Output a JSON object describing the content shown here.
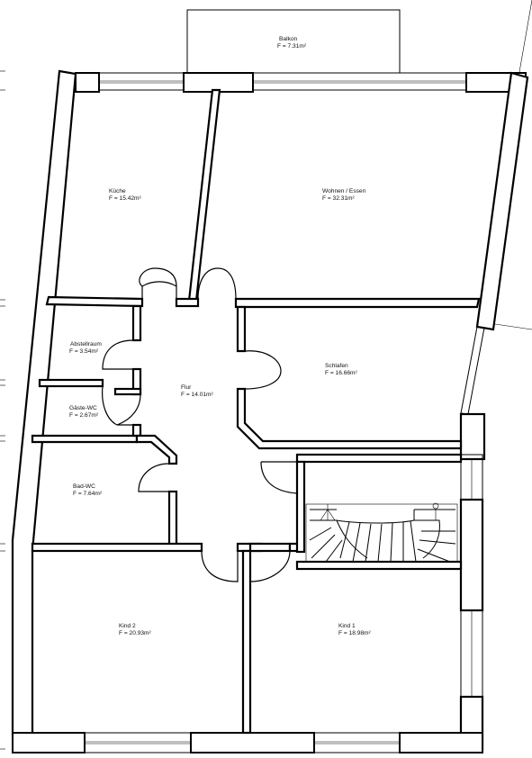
{
  "plan": {
    "rooms": [
      {
        "id": "balkon",
        "name": "Balkon",
        "area": "F = 7.31m²"
      },
      {
        "id": "kueche",
        "name": "Küche",
        "area": "F = 15.42m²"
      },
      {
        "id": "wohnen",
        "name": "Wohnen / Essen",
        "area": "F = 32.31m²"
      },
      {
        "id": "abstellraum",
        "name": "Abstellraum",
        "area": "F = 3.54m²"
      },
      {
        "id": "gaeste-wc",
        "name": "Gäste-WC",
        "area": "F = 2.67m²"
      },
      {
        "id": "flur",
        "name": "Flur",
        "area": "F = 14.01m²"
      },
      {
        "id": "schlafen",
        "name": "Schlafen",
        "area": "F = 16.66m²"
      },
      {
        "id": "bad-wc",
        "name": "Bad-WC",
        "area": "F = 7.64m²"
      },
      {
        "id": "kind-2",
        "name": "Kind 2",
        "area": "F = 20.93m²"
      },
      {
        "id": "kind-1",
        "name": "Kind 1",
        "area": "F = 18.98m²"
      }
    ]
  }
}
